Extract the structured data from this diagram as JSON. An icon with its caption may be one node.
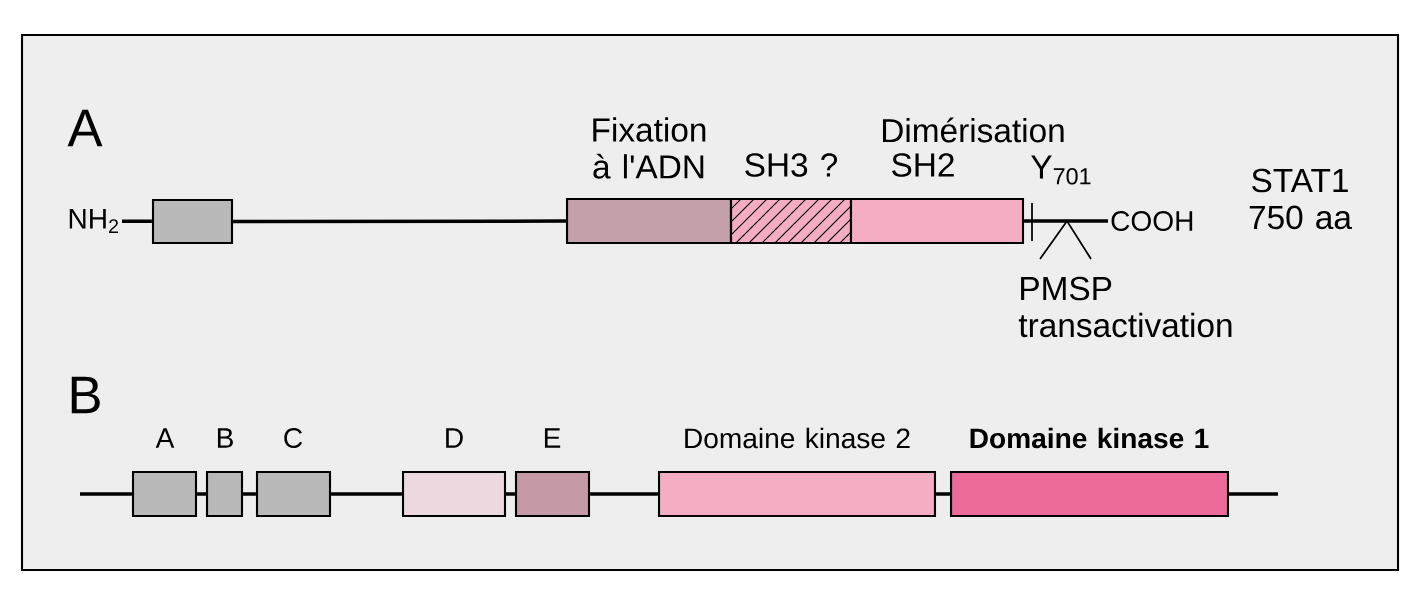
{
  "diagram": {
    "nodes": [
      {
        "text": [],
        "shape": "box"
      },
      {
        "text": [
          "Fixation à l'ADN"
        ]
      },
      {
        "text": [
          "SH3 ?"
        ]
      },
      {
        "text": [
          "Dimérisation",
          "SH2"
        ]
      },
      {
        "text": [
          "A"
        ]
      },
      {
        "text": [
          "B"
        ]
      },
      {
        "text": [
          "C"
        ]
      },
      {
        "text": [
          "D"
        ]
      },
      {
        "text": [
          "E"
        ]
      },
      {
        "text": [
          "Domaine kinase 2"
        ]
      },
      {
        "text": [
          "Domaine kinase 1"
        ]
      },
      {
        "text": [
          "NH$_{2}$"
        ]
      },
      {
        "text": [
          "COOH"
        ]
      }
    ],
    "edges": [
      {
        "from": 11,
        "to": 0,
        "arrow": "none"
      },
      {
        "from": 0,
        "to": 1,
        "arrow": "none"
      },
      {
        "from": 3,
        "to": 12,
        "arrow": "none"
      },
      {
        "from": null,
        "to": 4,
        "arrow": "none"
      },
      {
        "from": 4,
        "to": 5,
        "arrow": "none"
      },
      {
        "from": 5,
        "to": 6,
        "arrow": "none"
      },
      {
        "from": 6,
        "to": 7,
        "arrow": "none"
      },
      {
        "from": 7,
        "to": 8,
        "arrow": "none"
      },
      {
        "from": 8,
        "to": 9,
        "arrow": "none"
      },
      {
        "from": 9,
        "to": 10,
        "arrow": "none"
      },
      {
        "from": 10,
        "to": null,
        "arrow": "none"
      }
    ],
    "labels": [
      "A",
      "Y$_{701}$",
      "STAT1 750 aa",
      "PMSP transactivation",
      "B"
    ]
  }
}
